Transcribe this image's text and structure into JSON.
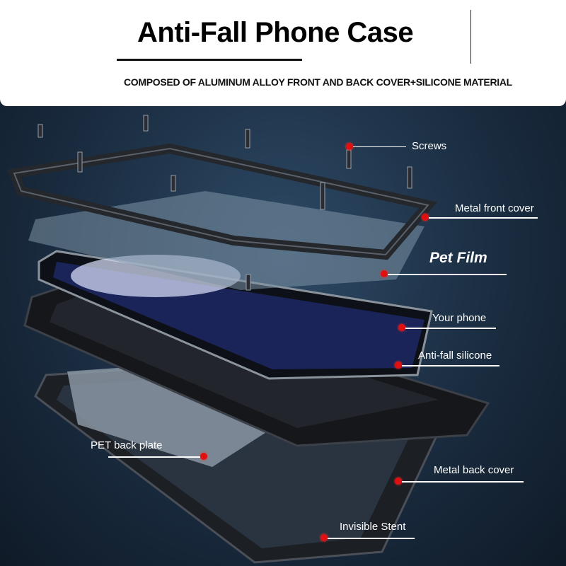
{
  "header": {
    "title": "Anti-Fall Phone Case",
    "subtitle": "COMPOSED OF ALUMINUM ALLOY FRONT AND BACK COVER+SILICONE MATERIAL"
  },
  "labels": {
    "screws": "Screws",
    "metal_front_cover": "Metal front cover",
    "pet_film": "Pet Film",
    "your_phone": "Your phone",
    "anti_fall_silicone": "Anti-fall silicone",
    "pet_back_plate": "PET back plate",
    "metal_back_cover": "Metal back cover",
    "invisible_stent": "Invisible Stent"
  },
  "colors": {
    "marker": "#e01010",
    "background": "#1a2c40"
  }
}
